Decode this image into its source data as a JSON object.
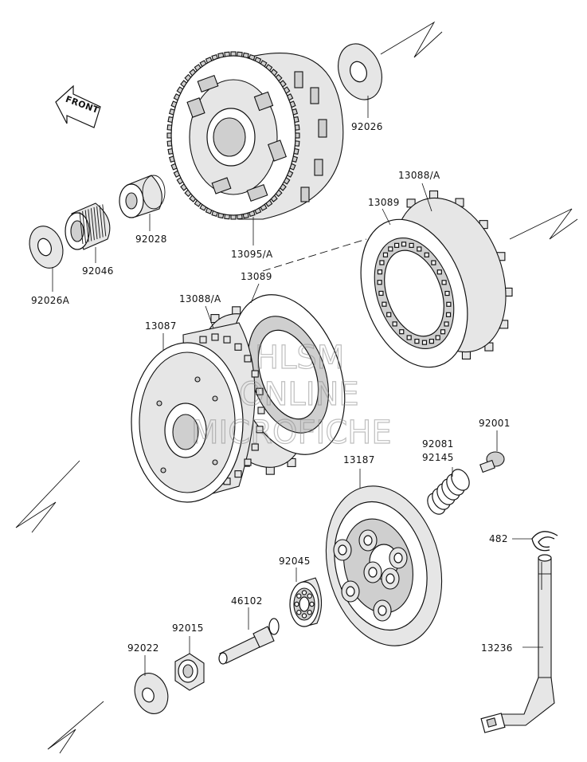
{
  "front_label": "FRONT",
  "watermark": [
    "HLSM",
    "ONLINE",
    "MICROFICHE"
  ],
  "parts": {
    "p92026": "92026",
    "p13088a_top": "13088/A",
    "p13089_top": "13089",
    "p92028": "92028",
    "p13095a": "13095/A",
    "p92046": "92046",
    "p92026a": "92026A",
    "p13089_mid": "13089",
    "p13088a_mid": "13088/A",
    "p13087": "13087",
    "p92001": "92001",
    "p92081": "92081",
    "p92145": "92145",
    "p13187": "13187",
    "p482": "482",
    "p92045": "92045",
    "p46102": "46102",
    "p92015": "92015",
    "p92022": "92022",
    "p13236": "13236"
  }
}
